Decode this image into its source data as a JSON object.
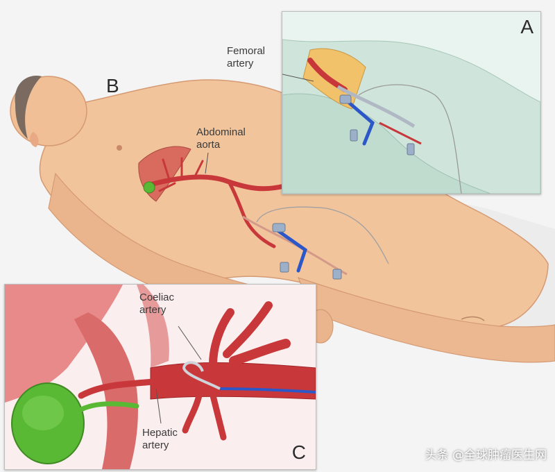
{
  "panels": {
    "a": {
      "letter": "A",
      "labels": {
        "femoral": [
          "Femoral",
          "artery"
        ]
      }
    },
    "b": {
      "letter": "B",
      "labels": {
        "aorta": [
          "Abdominal",
          "aorta"
        ]
      }
    },
    "c": {
      "letter": "C",
      "labels": {
        "coeliac": [
          "Coeliac",
          "artery"
        ],
        "hepatic": [
          "Hepatic",
          "artery"
        ]
      }
    }
  },
  "watermark": "头条 @全球肿瘤医生网",
  "colors": {
    "skin": "#f1c49c",
    "skin_shadow": "#e0a77e",
    "artery": "#c8383a",
    "artery_dark": "#9e2427",
    "catheter_blue": "#2b57c8",
    "gallbladder": "#59b834",
    "drape": "#cfe5dc",
    "background": "#f4f4f4"
  }
}
